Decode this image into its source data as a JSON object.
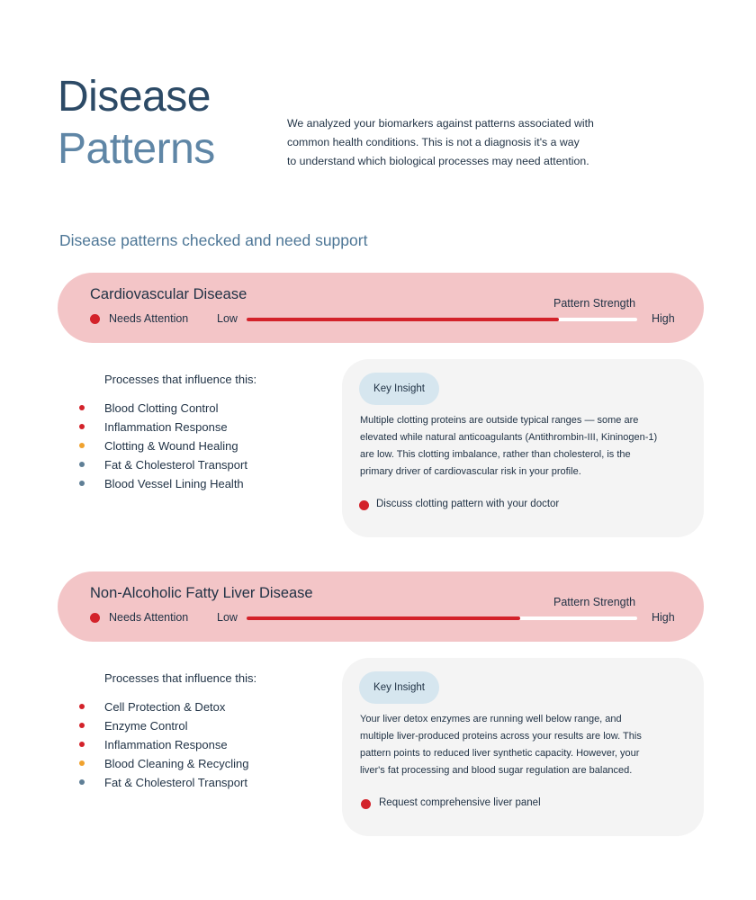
{
  "header": {
    "title_line1": "Disease",
    "title_line2": "Patterns",
    "intro_lines": [
      "We analyzed your biomarkers against patterns associated with",
      "common health conditions. This is not a diagnosis it's a way",
      "to understand which biological processes may need attention."
    ]
  },
  "section": {
    "heading": "Disease patterns checked and need support"
  },
  "colors": {
    "red": "#d3222a",
    "orange": "#f0a22e",
    "blue_gray": "#5f7f96",
    "pill_bg": "#f3c5c7",
    "badge_bg": "#d6e6ef"
  },
  "diseases": [
    {
      "name": "Cardiovascular Disease",
      "status": "Needs Attention",
      "strength_label": "Pattern Strength",
      "low_label": "Low",
      "high_label": "High",
      "strength": 0.8,
      "processes_title": "Processes that influence this:",
      "processes": [
        {
          "label": "Blood Clotting Control",
          "color": "#d3222a"
        },
        {
          "label": "Inflammation Response",
          "color": "#d3222a"
        },
        {
          "label": "Clotting & Wound Healing",
          "color": "#f0a22e"
        },
        {
          "label": "Fat & Cholesterol Transport",
          "color": "#5f7f96"
        },
        {
          "label": "Blood Vessel Lining Health",
          "color": "#5f7f96"
        }
      ],
      "insight": {
        "badge": "Key Insight",
        "lines": [
          "Multiple clotting proteins are outside typical ranges — some are",
          "elevated while natural anticoagulants (Antithrombin-III, Kininogen-1)",
          "are low. This clotting imbalance, rather than cholesterol, is the",
          "primary driver of cardiovascular risk in your profile."
        ],
        "action": "Discuss clotting pattern with your doctor"
      }
    },
    {
      "name": "Non-Alcoholic Fatty Liver Disease",
      "status": "Needs Attention",
      "strength_label": "Pattern Strength",
      "low_label": "Low",
      "high_label": "High",
      "strength": 0.7,
      "processes_title": "Processes that influence this:",
      "processes": [
        {
          "label": "Cell Protection & Detox",
          "color": "#d3222a"
        },
        {
          "label": "Enzyme Control",
          "color": "#d3222a"
        },
        {
          "label": "Inflammation Response",
          "color": "#d3222a"
        },
        {
          "label": "Blood Cleaning & Recycling",
          "color": "#f0a22e"
        },
        {
          "label": "Fat & Cholesterol Transport",
          "color": "#5f7f96"
        }
      ],
      "insight": {
        "badge": "Key Insight",
        "lines": [
          "Your liver detox enzymes are running well below range, and",
          "multiple liver-produced proteins across your results are low. This",
          "pattern points to reduced liver synthetic capacity. However, your",
          "liver's fat processing and blood sugar regulation are balanced."
        ],
        "action": "Request comprehensive liver panel"
      }
    }
  ]
}
